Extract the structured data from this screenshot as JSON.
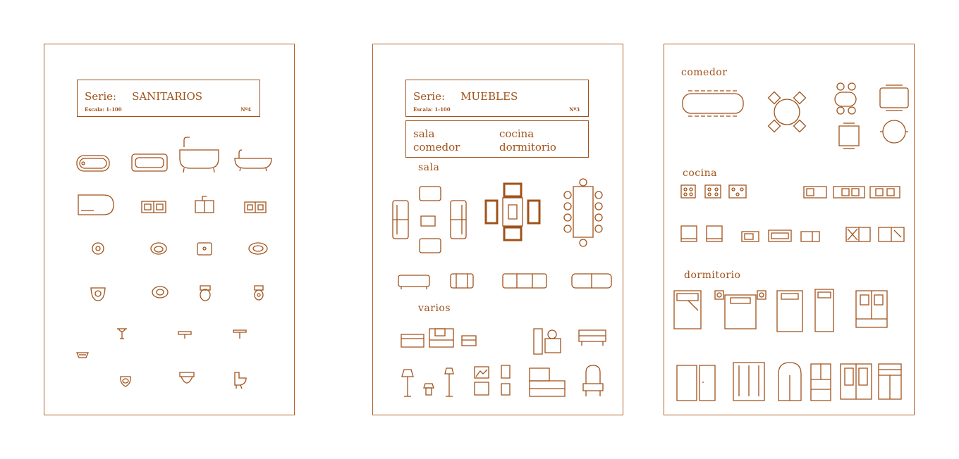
{
  "colors": {
    "line": "#a0521a",
    "border": "#b0632a",
    "background": "#ffffff"
  },
  "sheet1": {
    "serie_label": "Serie:",
    "serie_name": "SANITARIOS",
    "escala": "Escala: 1-100",
    "numero": "Nº4"
  },
  "sheet2": {
    "serie_label": "Serie:",
    "serie_name": "MUEBLES",
    "escala": "Escala: 1-100",
    "numero": "Nº3",
    "categories": [
      "sala",
      "cocina",
      "comedor",
      "dormitorio"
    ],
    "section_sala": "sala",
    "section_varios": "varios"
  },
  "sheet3": {
    "section_comedor": "comedor",
    "section_cocina": "cocina",
    "section_dormitorio": "dormitorio"
  }
}
